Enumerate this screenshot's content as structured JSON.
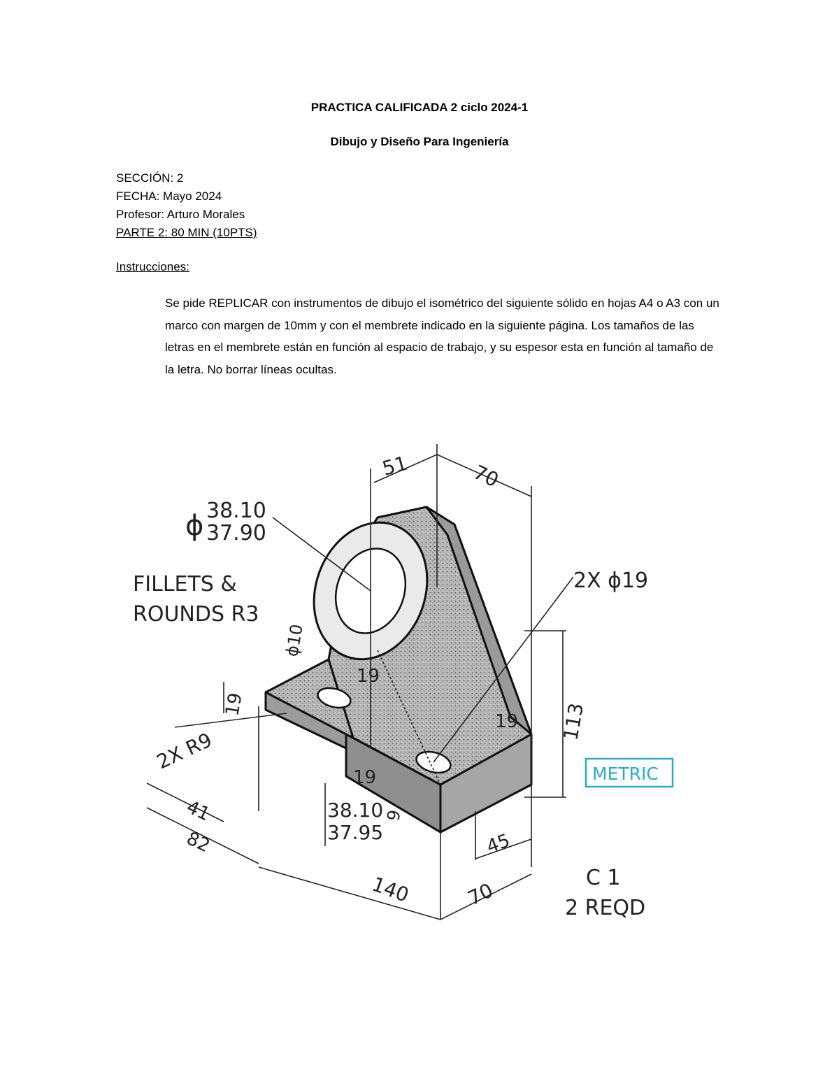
{
  "header": {
    "title": "PRACTICA CALIFICADA 2 ciclo 2024-1",
    "subtitle": "Dibujo y Diseño Para Ingeniería"
  },
  "meta": {
    "seccion": "SECCIÓN: 2",
    "fecha": "FECHA: Mayo 2024",
    "profesor": "Profesor: Arturo Morales",
    "parte": "PARTE 2: 80 MIN (10PTS)"
  },
  "instructions": {
    "heading": "Instrucciones:",
    "body": "Se pide REPLICAR con instrumentos de dibujo el isométrico del siguiente sólido en hojas A4 o A3 con un marco con margen de 10mm y con el membrete indicado en la siguiente página. Los tamaños de las letras en el membrete están en función al espacio de trabajo, y su espesor esta en función al tamaño de la letra. No borrar líneas ocultas."
  },
  "drawing": {
    "dim_phi_upper": "38.10",
    "dim_phi_lower": "37.90",
    "phi_symbol": "ϕ",
    "fillets_line1": "FILLETS &",
    "fillets_line2": "ROUNDS R3",
    "dim_51": "51",
    "dim_70_top": "70",
    "holes": "2X ϕ19",
    "dim_10": "ϕ10",
    "dim_19_a": "19",
    "dim_19_b": "19",
    "dim_19_c": "19",
    "dim_19_d": "19",
    "r9": "2X R9",
    "dim_113": "113",
    "dim_41": "41",
    "dim_82": "82",
    "dim_bottom_upper": "38.10",
    "dim_bottom_lower": "37.95",
    "dim_9": "9",
    "dim_45": "45",
    "dim_140": "140",
    "dim_70_bottom": "70",
    "metric": "METRIC",
    "part_id": "C 1",
    "qty": "2 REQD"
  }
}
